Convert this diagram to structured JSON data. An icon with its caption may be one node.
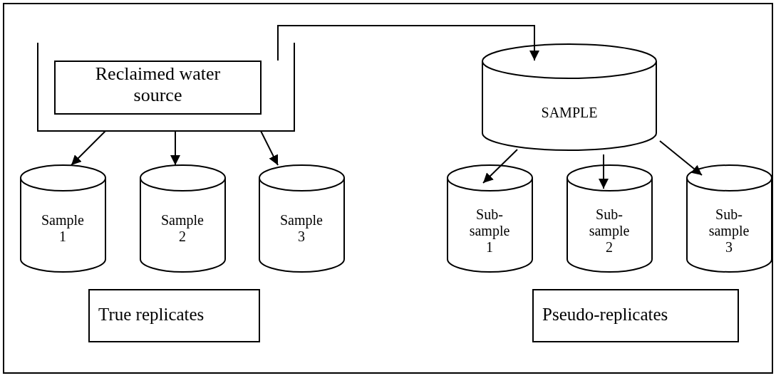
{
  "diagram": {
    "nodes": [
      {
        "text": [],
        "shape": "tank"
      },
      {
        "text": [
          "Reclaimed water source"
        ],
        "in": 0
      },
      {
        "text": [
          "Sample 1"
        ]
      },
      {
        "text": [
          "Sample 2"
        ]
      },
      {
        "text": [
          "Sample 3"
        ]
      },
      {
        "text": [
          "SAMPLE"
        ]
      },
      {
        "text": [
          "Sub-sample 1"
        ]
      },
      {
        "text": [
          "Sub-sample 2"
        ]
      },
      {
        "text": [
          "Sub-sample 3"
        ]
      },
      {
        "text": [
          "True replicates"
        ]
      },
      {
        "text": [
          "Pseudo-replicates"
        ]
      }
    ],
    "edges": [
      {
        "from": 0,
        "to": 2,
        "arrow": "to"
      },
      {
        "from": 0,
        "to": 3,
        "arrow": "to"
      },
      {
        "from": 0,
        "to": 4,
        "arrow": "to"
      },
      {
        "from": 0,
        "to": 5,
        "arrow": "to"
      },
      {
        "from": 5,
        "to": 6,
        "arrow": "to"
      },
      {
        "from": 5,
        "to": 7,
        "arrow": "to"
      },
      {
        "from": 5,
        "to": 8,
        "arrow": "to"
      }
    ]
  }
}
